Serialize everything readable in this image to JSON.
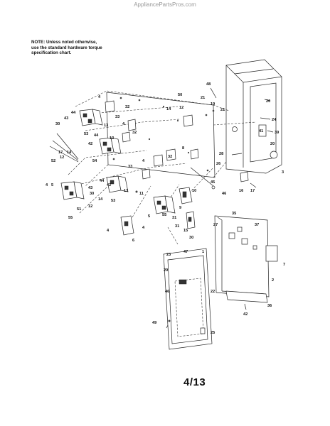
{
  "header": {
    "watermark": "AppliancePartsPros.com"
  },
  "note": {
    "line1": "NOTE: Unless noted otherwise,",
    "line2": "use the standard hardware torque",
    "line3": "specification chart."
  },
  "page": {
    "number": "4/13"
  },
  "callouts": {
    "c48": "48",
    "c50": "50",
    "c21a": "21",
    "c19": "19",
    "c21b": "21",
    "c20a": "20",
    "c24": "24",
    "c41": "41",
    "c39": "39",
    "c20b": "20",
    "c3": "3",
    "c14a": "14",
    "c12a": "12",
    "c4a": "4",
    "c32a": "32",
    "c44a": "44",
    "c43a": "43",
    "c30a": "30",
    "c53a": "53",
    "c13a": "13",
    "c33a": "33",
    "c4b": "4",
    "c32b": "32",
    "c44b": "44",
    "c13b": "13",
    "c14b": "14",
    "c17": "17",
    "c12b": "12",
    "c52": "52",
    "c42a": "42",
    "c54": "54",
    "c8": "8",
    "c28": "28",
    "c26": "26",
    "c4c": "4",
    "c32c": "32",
    "c33b": "33",
    "c11": "11",
    "c4d": "4",
    "c5a": "5",
    "c43b": "43",
    "c44c": "44",
    "c30b": "30",
    "c13c": "13",
    "c42b": "42",
    "c14c": "14",
    "c53b": "53",
    "c12c": "12",
    "c51": "51",
    "c55a": "55",
    "c31a": "31",
    "c16": "16",
    "c17b": "17",
    "c45": "45",
    "c46": "46",
    "c10": "10",
    "c9": "9",
    "c55b": "55",
    "c31b": "31",
    "c5b": "5",
    "c4e": "4",
    "c4f": "4",
    "c6": "6",
    "c15": "15",
    "c30c": "30",
    "c35": "35",
    "c27": "27",
    "c37": "37",
    "c7": "7",
    "c2": "2",
    "c36": "36",
    "c42c": "42",
    "c23": "23",
    "c47": "47",
    "c1": "1",
    "c29": "29",
    "c22": "22",
    "c46b": "46",
    "c49": "49",
    "c25": "25"
  }
}
